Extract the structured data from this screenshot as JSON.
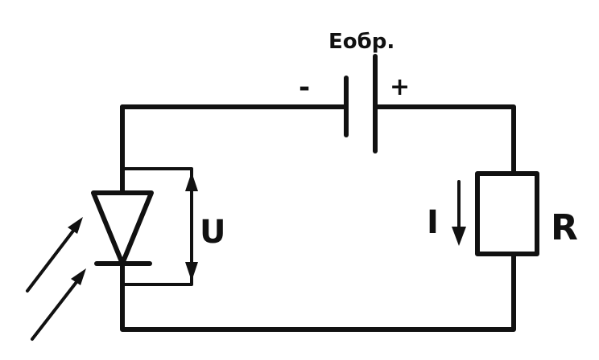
{
  "labels": {
    "source": "Eобр.",
    "minus": "-",
    "plus": "+",
    "voltage": "U",
    "current": "I",
    "resistor": "R"
  }
}
